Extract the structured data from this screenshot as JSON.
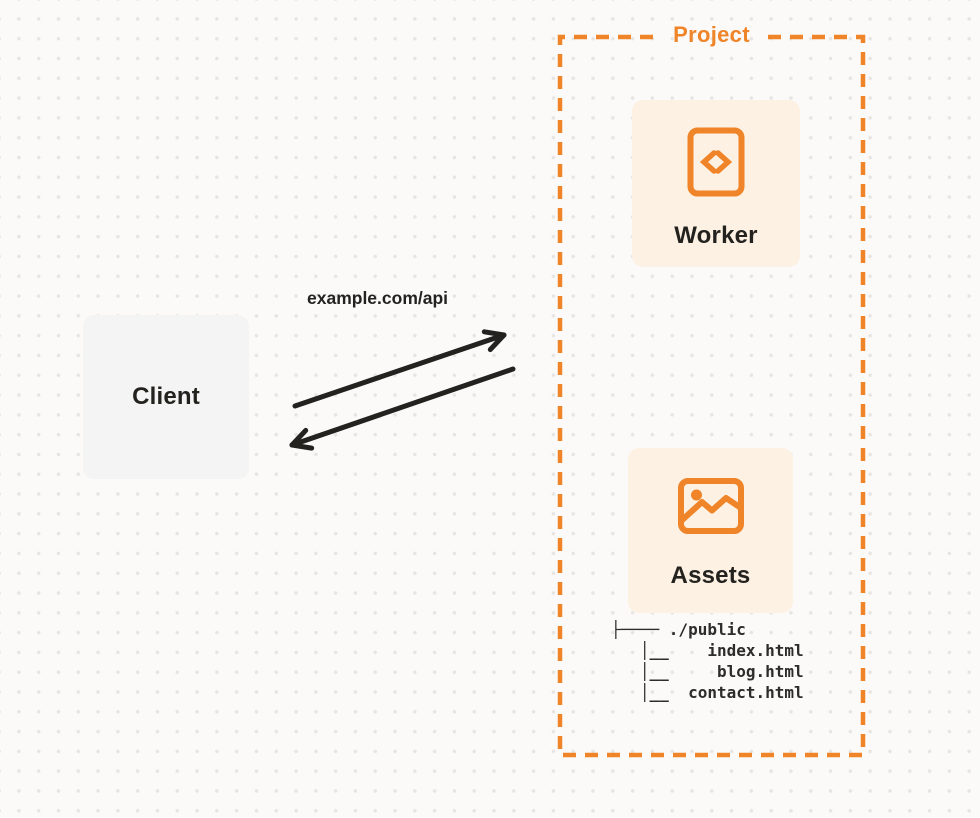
{
  "colors": {
    "accent": "#EF8428",
    "panel_fill": "#FCF1E3",
    "client_fill": "#F4F4F5",
    "ink": "#24221f",
    "tree_ink": "#2e2c29",
    "background": "#FBFAF9",
    "dot": "#E7E5E2"
  },
  "client": {
    "label": "Client"
  },
  "request": {
    "label": "example.com/api"
  },
  "project": {
    "label": "Project",
    "worker": {
      "label": "Worker",
      "icon": "code-file-icon"
    },
    "assets": {
      "label": "Assets",
      "icon": "image-icon"
    },
    "file_tree": {
      "root": "./public",
      "files": [
        "index.html",
        "blog.html",
        "contact.html"
      ],
      "ascii": "├──── ./public\n   │__    index.html\n   │__     blog.html\n   │__  contact.html"
    }
  }
}
